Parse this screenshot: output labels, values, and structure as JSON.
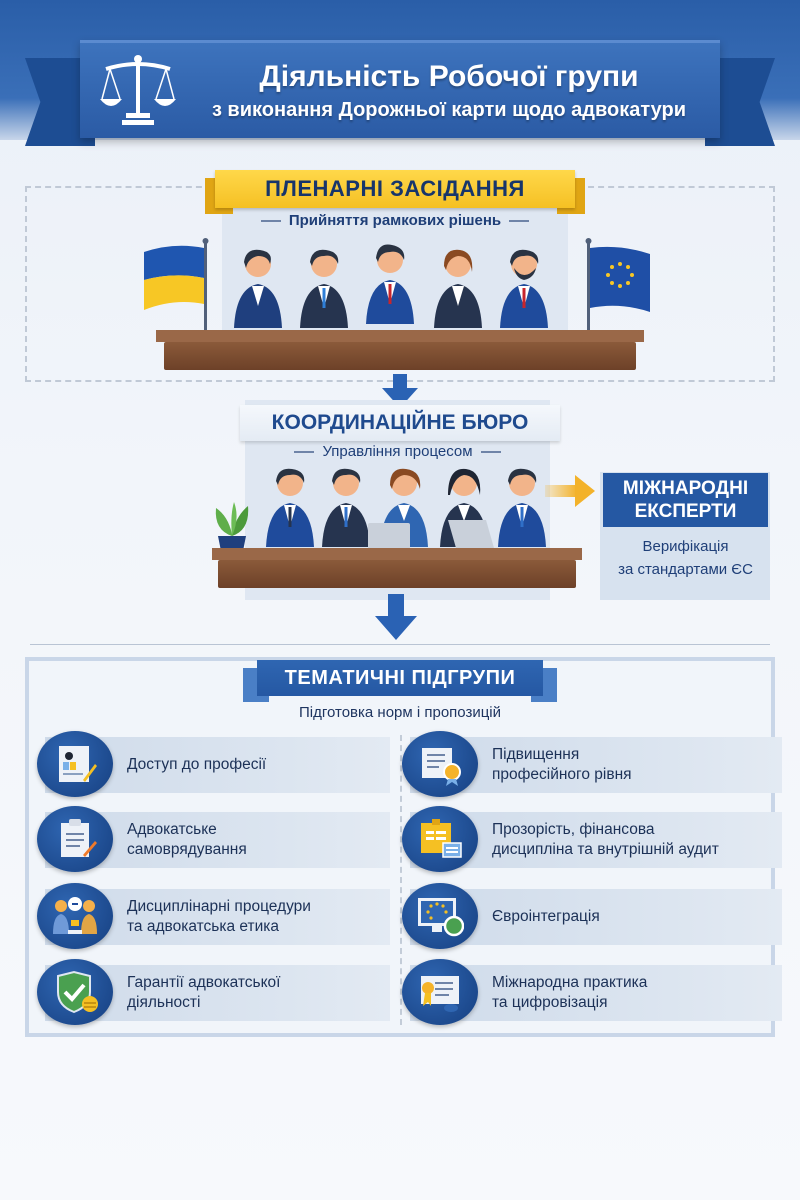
{
  "header": {
    "title": "Діяльність Робочої групи",
    "subtitle": "з виконання Дорожньої карти щодо адвокатури",
    "icon": "scales-of-justice-icon"
  },
  "plenary": {
    "title": "ПЛЕНАРНІ ЗАСІДАННЯ",
    "subtitle": "Прийняття рамкових рішень",
    "flags": [
      "ukraine-flag",
      "eu-flag"
    ],
    "participants": 5
  },
  "coordination": {
    "title": "КООРДИНАЦІЙНЕ БЮРО",
    "subtitle": "Управління процесом",
    "participants": 5
  },
  "experts": {
    "title_line1": "МІЖНАРОДНІ",
    "title_line2": "ЕКСПЕРТИ",
    "sub_line1": "Верифікація",
    "sub_line2": "за стандартами ЄС"
  },
  "themes": {
    "title": "ТЕМАТИЧНІ ПІДГРУПИ",
    "subtitle": "Підготовка норм і пропозицій",
    "left": [
      {
        "line1": "Доступ до професії",
        "line2": "",
        "icon": "document-access-icon"
      },
      {
        "line1": "Адвокатське",
        "line2": "самоврядування",
        "icon": "clipboard-pen-icon"
      },
      {
        "line1": "Дисциплінарні процедури",
        "line2": "та адвокатська етика",
        "icon": "people-ethics-icon"
      },
      {
        "line1": "Гарантії адвокатської",
        "line2": "діяльності",
        "icon": "shield-check-icon"
      }
    ],
    "right": [
      {
        "line1": "Підвищення",
        "line2": "професійного рівня",
        "icon": "certificate-icon"
      },
      {
        "line1": "Прозорість, фінансова",
        "line2": "дисципліна та внутрішній аудит",
        "icon": "finance-audit-icon"
      },
      {
        "line1": "Євроінтеграція",
        "line2": "",
        "icon": "eu-monitor-icon"
      },
      {
        "line1": "Міжнародна практика",
        "line2": "та цифровізація",
        "icon": "diploma-digital-icon"
      }
    ]
  },
  "colors": {
    "primary_blue": "#2558a3",
    "dark_blue": "#1d4d93",
    "yellow": "#f5c023",
    "orange_arrow": "#f3b22a",
    "text_navy": "#1c3157"
  }
}
